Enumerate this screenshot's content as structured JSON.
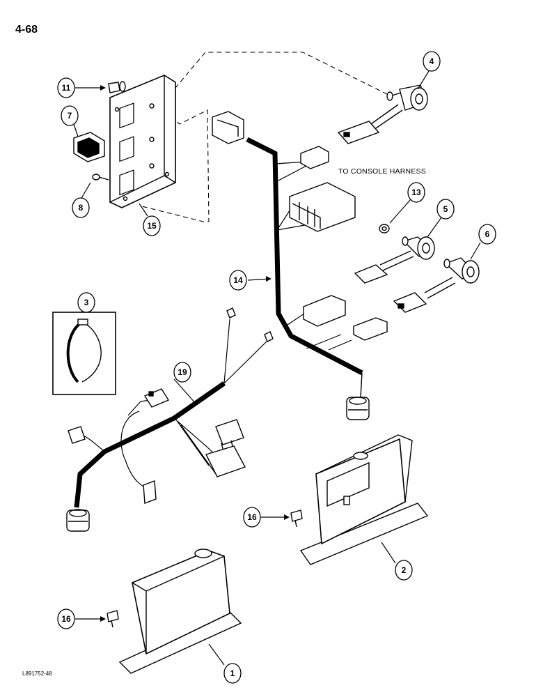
{
  "page": {
    "number": "4-68",
    "figure_code": "L891752-48"
  },
  "annotations": {
    "console_harness": "TO CONSOLE HARNESS"
  },
  "callouts": {
    "c1": "1",
    "c2": "2",
    "c3": "3",
    "c4": "4",
    "c5": "5",
    "c6": "6",
    "c7": "7",
    "c8": "8",
    "c11": "11",
    "c13": "13",
    "c14": "14",
    "c15": "15",
    "c16a": "16",
    "c16b": "16",
    "c19": "19"
  }
}
